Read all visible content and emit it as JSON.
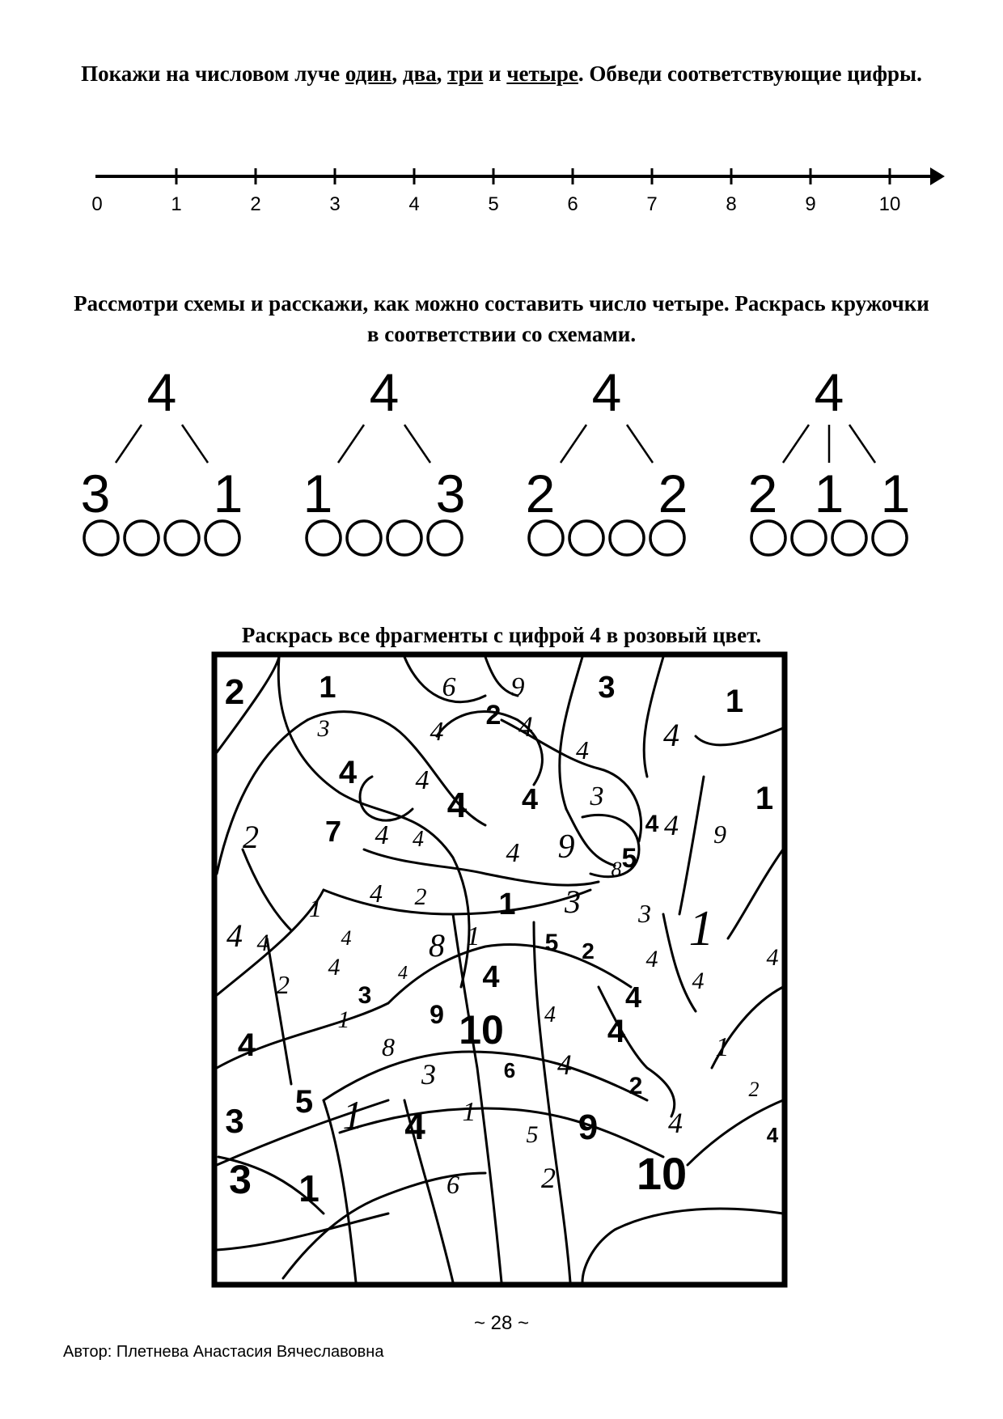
{
  "task1": {
    "text_before": "Покажи на числовом луче ",
    "w1": "один",
    "sep1": ", ",
    "w2": "два",
    "sep2": ", ",
    "w3": "три",
    "sep3": " и ",
    "w4": "четыре",
    "text_after": ". Обведи соответствующие цифры."
  },
  "number_line": {
    "labels": [
      "0",
      "1",
      "2",
      "3",
      "4",
      "5",
      "6",
      "7",
      "8",
      "9",
      "10"
    ]
  },
  "task2": {
    "text": "Рассмотри схемы и расскажи, как можно составить число четыре. Раскрась кружочки в соответствии со схемами."
  },
  "schemes": [
    {
      "top": "4",
      "parts": [
        "3",
        "1"
      ]
    },
    {
      "top": "4",
      "parts": [
        "1",
        "3"
      ]
    },
    {
      "top": "4",
      "parts": [
        "2",
        "2"
      ]
    },
    {
      "top": "4",
      "parts": [
        "2",
        "1",
        "1"
      ]
    }
  ],
  "task3": {
    "text": "Раскрась все фрагменты с цифрой 4 в розовый цвет."
  },
  "coloring_numbers": [
    "2",
    "1",
    "6",
    "9",
    "3",
    "1",
    "3",
    "4",
    "4",
    "2",
    "4",
    "4",
    "4",
    "4",
    "4",
    "4",
    "3",
    "1",
    "2",
    "7",
    "4",
    "4",
    "4",
    "9",
    "5",
    "4",
    "4",
    "9",
    "8",
    "4",
    "2",
    "1",
    "1",
    "3",
    "3",
    "1",
    "4",
    "4",
    "4",
    "8",
    "1",
    "5",
    "2",
    "4",
    "4",
    "4",
    "2",
    "4",
    "4",
    "4",
    "3",
    "4",
    "1",
    "9",
    "10",
    "4",
    "4",
    "4",
    "8",
    "1",
    "3",
    "6",
    "4",
    "2",
    "2",
    "5",
    "3",
    "1",
    "4",
    "1",
    "5",
    "9",
    "4",
    "4",
    "10",
    "3",
    "1",
    "6",
    "2"
  ],
  "footer": {
    "page_number": "~ 28 ~",
    "author": "Автор: Плетнева Анастасия Вячеславовна"
  },
  "colors": {
    "ink": "#000000",
    "paper": "#ffffff"
  }
}
